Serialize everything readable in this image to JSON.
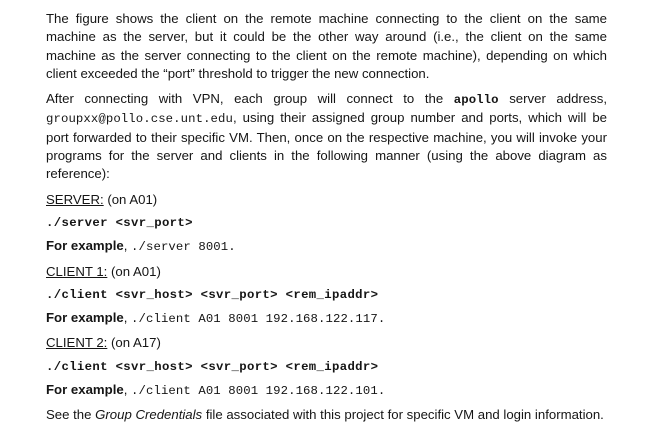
{
  "document": {
    "paragraphs": {
      "intro": "The figure shows the client on the remote machine connecting to the client on the same machine as the server, but it could be the other way around (i.e., the client on the same machine as the server connecting to the client on the remote machine), depending on which client exceeded the “port” threshold to trigger the new connection.",
      "vpn_part1": "After connecting with VPN, each group will connect to the ",
      "vpn_apollo": "apollo",
      "vpn_part2": " server address, ",
      "vpn_email": "groupxx@pollo.cse.unt.edu",
      "vpn_part3": ", using their assigned group number and ports, which will be port forwarded to their specific VM. Then, once on the respective machine, you will invoke your programs for the server and clients in the following manner (using the above diagram as reference):",
      "footer_part1": "See the ",
      "footer_italic": "Group Credentials",
      "footer_part2": " file associated with this project for specific VM and login information."
    },
    "sections": [
      {
        "label": "SERVER:",
        "host": " (on A01)",
        "command": "./server <svr_port>",
        "example_label": "For example",
        "example_sep": ", ",
        "example_command": "./server 8001."
      },
      {
        "label": "CLIENT 1:",
        "host": " (on A01)",
        "command": "./client <svr_host> <svr_port> <rem_ipaddr>",
        "example_label": "For example",
        "example_sep": ", ",
        "example_command": "./client A01 8001 192.168.122.117."
      },
      {
        "label": "CLIENT 2:",
        "host": " (on A17)",
        "command": "./client <svr_host> <svr_port> <rem_ipaddr>",
        "example_label": "For example",
        "example_sep": ", ",
        "example_command": "./client A01 8001 192.168.122.101."
      }
    ],
    "colors": {
      "background": "#ffffff",
      "text": "#151515"
    }
  }
}
